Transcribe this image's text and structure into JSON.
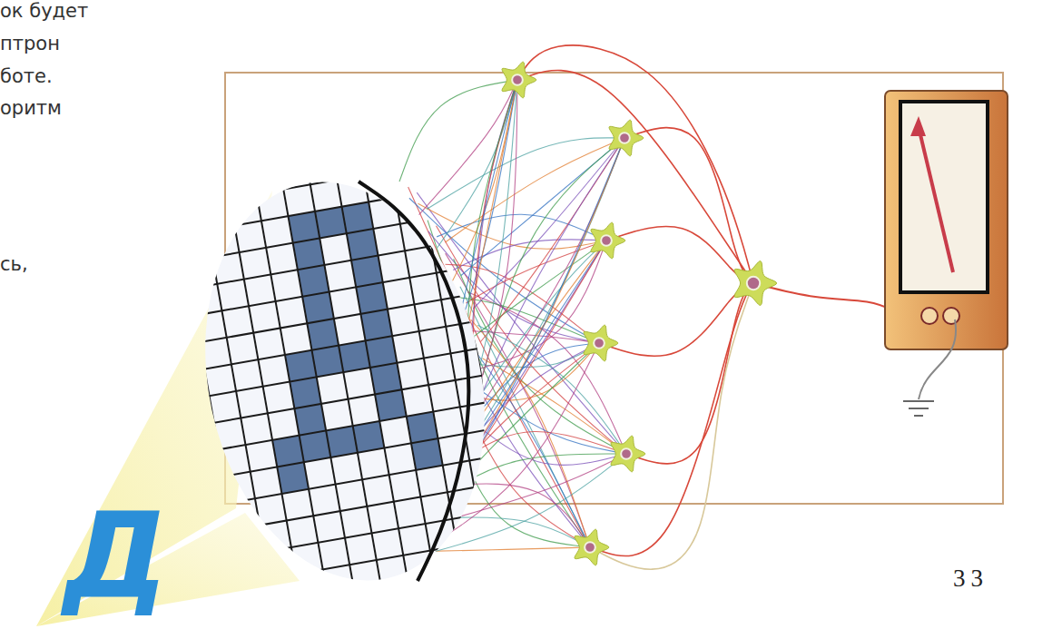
{
  "diagram": {
    "labels": [
      "ок будет",
      "птрон",
      "боте.",
      "оритм",
      "сь,",
      "Д",
      "33"
    ]
  }
}
